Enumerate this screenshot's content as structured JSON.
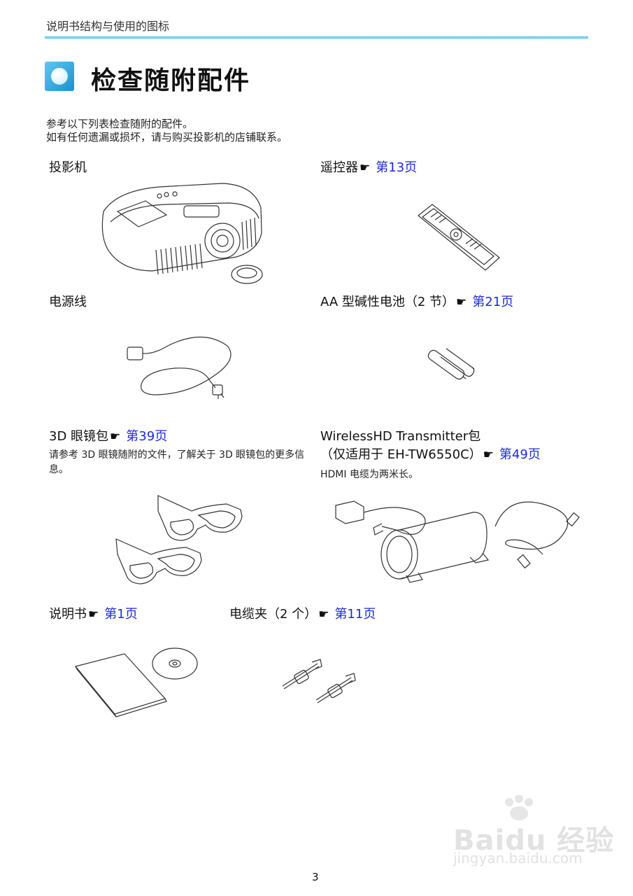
{
  "header": {
    "text": "说明书结构与使用的图标"
  },
  "title": "检查随附配件",
  "intro": [
    "参考以下列表检查随附的配件。",
    "如有任何遗漏或损坏，请与购买投影机的店铺联系。"
  ],
  "hand_icon": "☛",
  "items": {
    "projector": {
      "title": "投影机"
    },
    "remote": {
      "title": "遥控器",
      "ref": "第13页"
    },
    "power_cord": {
      "title": "电源线"
    },
    "batteries": {
      "title": "AA 型碱性电池（2 节）",
      "ref": "第21页"
    },
    "glasses_bag": {
      "title": "3D 眼镜包",
      "ref": "第39页",
      "note": "请参考 3D 眼镜随附的文件，了解关于 3D 眼镜包的更多信息。"
    },
    "wireless": {
      "title_line1": "WirelessHD Transmitter包",
      "title_line2": "（仅适用于 EH-TW6550C）",
      "ref": "第49页",
      "note": "HDMI 电缆为两米长。"
    },
    "manual": {
      "title": "说明书",
      "ref": "第1页"
    },
    "cable_clip": {
      "title": "电缆夹（2 个）",
      "ref": "第11页"
    }
  },
  "page_number": "3",
  "watermark": {
    "brand": "Baidu 经验",
    "url": "jingyan.baidu.com"
  },
  "colors": {
    "accent": "#1c2bd6",
    "header_rule": "#4fc3e8",
    "title_icon": "#2a9fdc"
  }
}
